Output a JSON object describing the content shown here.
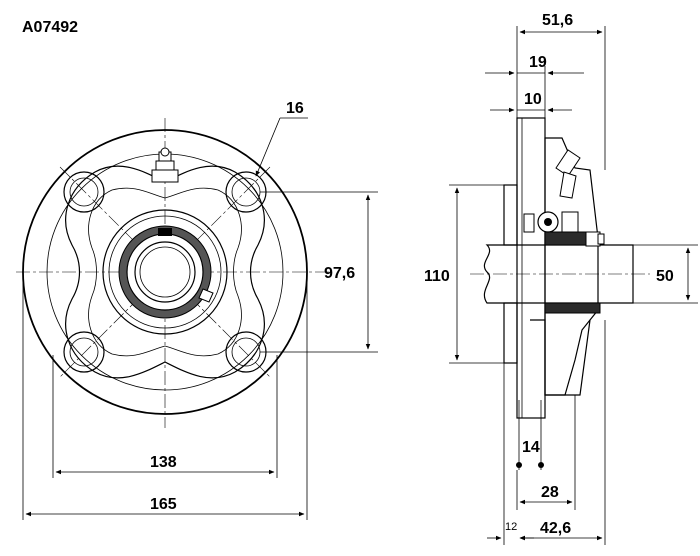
{
  "part_number": "A07492",
  "front_view": {
    "dim_bolt_hole_diameter": "16",
    "dim_bolt_spacing": "97,6",
    "dim_bolt_circle": "138",
    "dim_outer_diameter": "165"
  },
  "side_view": {
    "dim_total_width": "51,6",
    "dim_19": "19",
    "dim_10": "10",
    "dim_height": "110",
    "dim_shaft": "50",
    "dim_14": "14",
    "dim_28": "28",
    "dim_12": "12",
    "dim_42_6": "42,6"
  }
}
